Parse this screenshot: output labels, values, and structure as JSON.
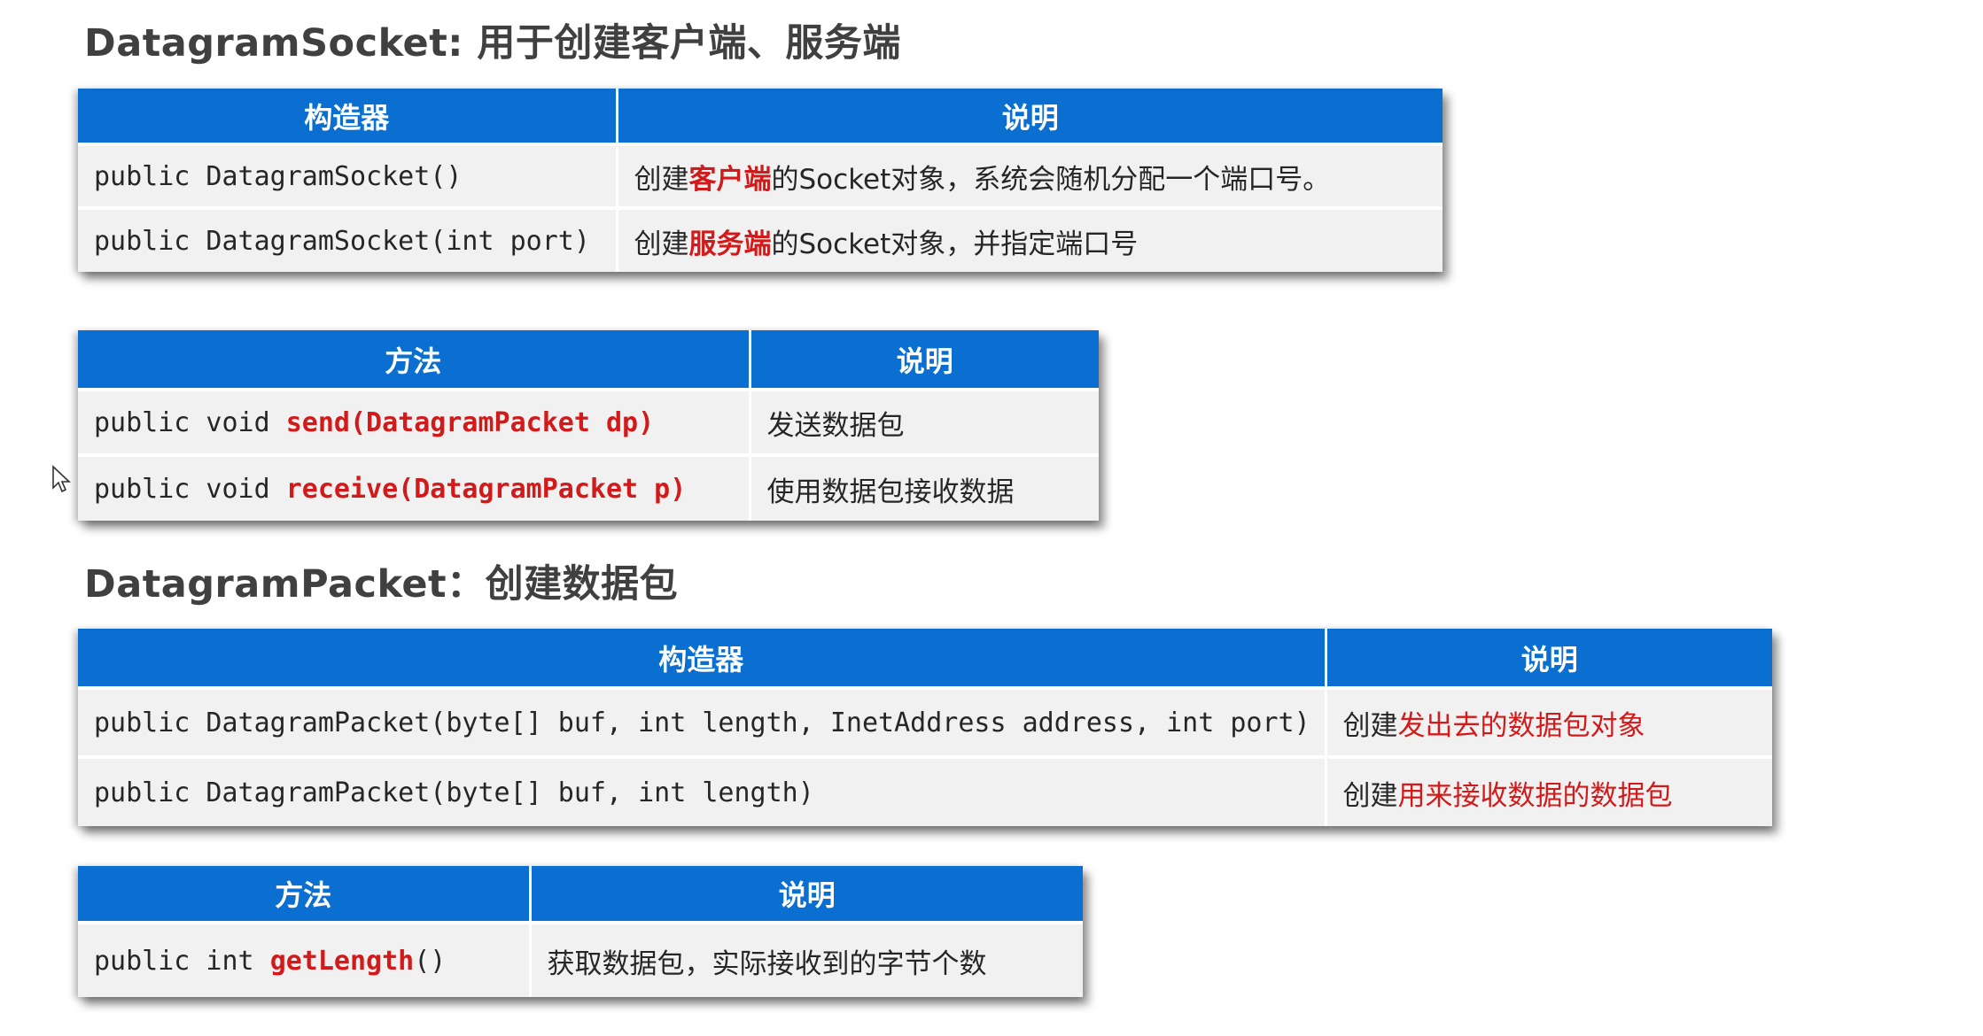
{
  "socket_section": {
    "title": "DatagramSocket: 用于创建客户端、服务端",
    "constructors": {
      "headers": [
        "构造器",
        "说明"
      ],
      "rows": [
        {
          "code": "public DatagramSocket()",
          "desc_pre": "创建",
          "desc_hl": "客户端",
          "desc_post": "的Socket对象，系统会随机分配一个端口号。"
        },
        {
          "code": "public DatagramSocket(int port)",
          "desc_pre": "创建",
          "desc_hl": "服务端",
          "desc_post": "的Socket对象，并指定端口号"
        }
      ]
    },
    "methods": {
      "headers": [
        "方法",
        "说明"
      ],
      "rows": [
        {
          "code_pre": "public void ",
          "code_hl": "send(DatagramPacket dp)",
          "desc": "发送数据包"
        },
        {
          "code_pre": "public void ",
          "code_hl": "receive(DatagramPacket p)",
          "desc": "使用数据包接收数据"
        }
      ]
    }
  },
  "packet_section": {
    "title": "DatagramPacket：创建数据包",
    "constructors": {
      "headers": [
        "构造器",
        "说明"
      ],
      "rows": [
        {
          "code": "public DatagramPacket(byte[] buf, int length, InetAddress address, int port)",
          "desc_pre": "创建",
          "desc_red": "发出去的数据包对象"
        },
        {
          "code": "public DatagramPacket(byte[] buf, int length)",
          "desc_pre": "创建",
          "desc_red": "用来接收数据的数据包"
        }
      ]
    },
    "methods": {
      "headers": [
        "方法",
        "说明"
      ],
      "rows": [
        {
          "code_pre": "public int ",
          "code_hl": "getLength",
          "code_post": "()",
          "desc": "获取数据包，实际接收到的字节个数"
        }
      ]
    }
  },
  "colors": {
    "header_blue": "#0a6fd0",
    "highlight_red": "#d21a1a",
    "row_gray": "#f1f1f1"
  }
}
